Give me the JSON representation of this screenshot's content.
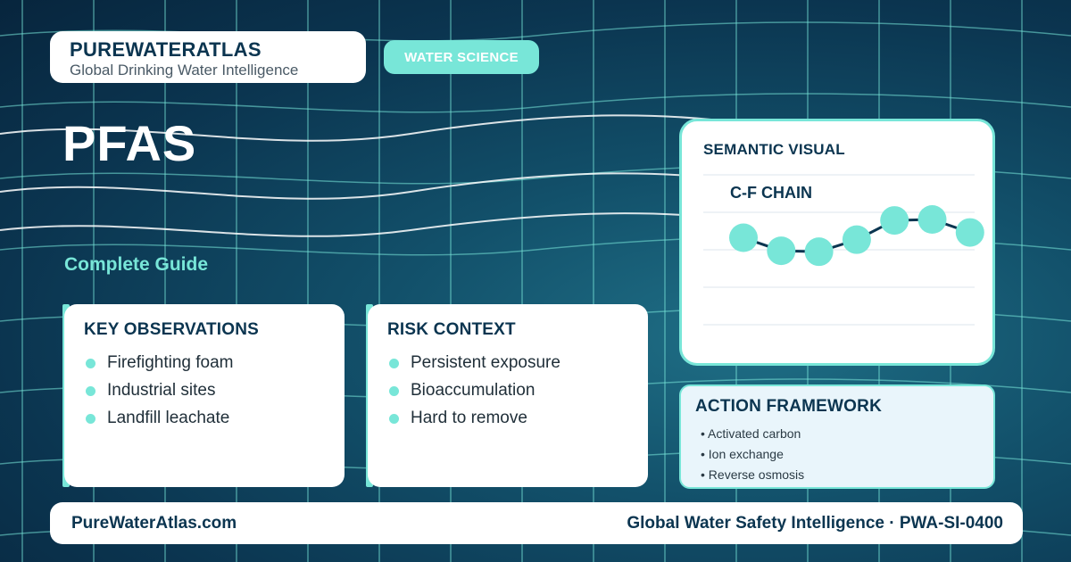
{
  "brand": {
    "name": "PUREWATERATLAS",
    "tagline": "Global Drinking Water Intelligence"
  },
  "category_pill": "WATER SCIENCE",
  "hero": {
    "title": "PFAS",
    "subtitle": "Complete Guide"
  },
  "observations": {
    "title": "KEY OBSERVATIONS",
    "items": [
      "Firefighting foam",
      "Industrial sites",
      "Landfill leachate"
    ]
  },
  "risk": {
    "title": "RISK CONTEXT",
    "items": [
      "Persistent exposure",
      "Bioaccumulation",
      "Hard to remove"
    ]
  },
  "visual": {
    "title": "SEMANTIC VISUAL",
    "label": "C-F CHAIN",
    "chain_levels": [
      0.62,
      0.35,
      0.33,
      0.58,
      0.98,
      1.0,
      0.73
    ]
  },
  "action": {
    "title": "ACTION FRAMEWORK",
    "items": [
      "• Activated carbon",
      "• Ion exchange",
      "• Reverse osmosis"
    ]
  },
  "footer": {
    "site": "PureWaterAtlas.com",
    "tagline": "Global Water Safety Intelligence · PWA-SI-0400"
  },
  "colors": {
    "accent": "#78e6d8",
    "navy": "#0b3550",
    "background": "#0b3550",
    "grid": "#78e6d8"
  }
}
